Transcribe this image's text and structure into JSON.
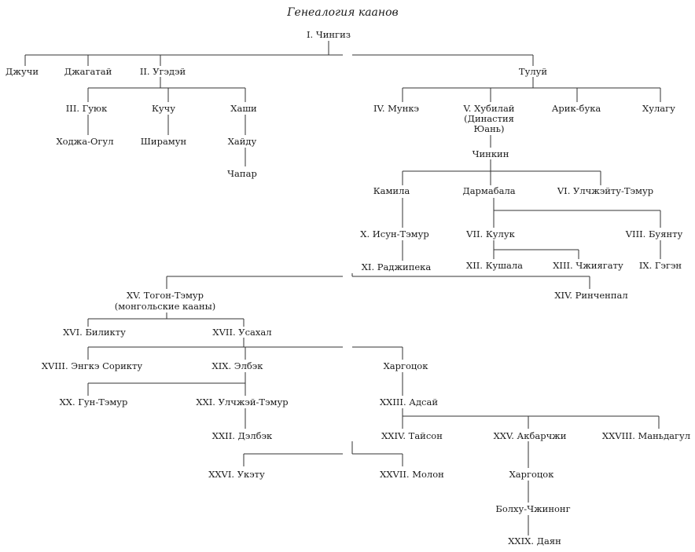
{
  "title": "Генеалогия каанов",
  "people": {
    "chingiz": "I. Чингиз",
    "juchi": "Джучи",
    "jagatai": "Джагатай",
    "ugedei": "II. Угэдэй",
    "tului": "Тулуй",
    "guyuk": "III. Гуюк",
    "kuchu": "Кучу",
    "khashi": "Хаши",
    "khoja": "Ходжа-Огул",
    "shiramun": "Ширамун",
    "khaidu": "Хайду",
    "chapar": "Чапар",
    "munke": "IV. Мункэ",
    "khubilai": [
      "V. Хубилай",
      "(Династия",
      "Юань)"
    ],
    "arikbuka": "Арик-бука",
    "khulagu": "Хулагу",
    "chinkin": "Чинкин",
    "kamila": "Камила",
    "darmabala": "Дармабала",
    "ulchjeitu": "VI. Улчжэйту-Тэмур",
    "isun": "X. Исун-Тэмур",
    "kuluk": "VII. Кулук",
    "buyantu": "VIII. Буянту",
    "rajipeka": "XI. Раджипека",
    "kushala": "XII. Кушала",
    "chjiyagatu": "XIII. Чжиягату",
    "gegen": "IX. Гэгэн",
    "togon": [
      "XV. Тогон-Тэмур",
      "(монгольские кааны)"
    ],
    "rinchenpal": "XIV. Ринченпал",
    "biliktu": "XVI. Биликту",
    "usakhal": "XVII. Усахал",
    "engke": "XVIII. Энгкэ Сорикту",
    "elbek": "XIX. Элбэк",
    "khargotsok1": "Харгоцок",
    "gun": "XX. Гун-Тэмур",
    "ulchjei": "XXI. Улчжэй-Тэмур",
    "adsai": "XXIII. Адсай",
    "delbek": "XXII. Дэлбэк",
    "taison": "XXIV. Тайсон",
    "akbarchji": "XXV. Акбарчжи",
    "mandagul": "XXVIII. Маньдагул",
    "uketu": "XXVI. Укэту",
    "molon": "XXVII. Молон",
    "khargotsok2": "Харгоцок",
    "bolkhu": "Болху-Чжинонг",
    "dayan": "XXIX. Даян"
  }
}
